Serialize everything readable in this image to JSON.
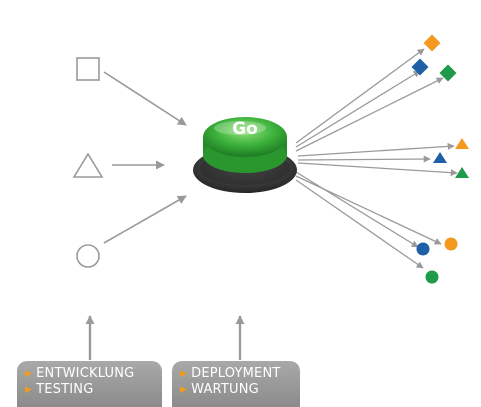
{
  "button": {
    "label": "Go"
  },
  "colors": {
    "arrow": "#9a9a9a",
    "button_green": "#3bb13b",
    "orange": "#f39a1e",
    "blue": "#1f5fa8",
    "green": "#1f9a4a",
    "tag_bg": "#9a9a9a"
  },
  "inputs": [
    {
      "shape": "square-outline-icon"
    },
    {
      "shape": "triangle-outline-icon"
    },
    {
      "shape": "circle-outline-icon"
    }
  ],
  "outputs": {
    "diamonds": [
      "orange",
      "blue",
      "green"
    ],
    "triangles": [
      "orange",
      "blue",
      "green"
    ],
    "circles": [
      "blue",
      "orange",
      "green"
    ]
  },
  "tags": [
    {
      "items": [
        "ENTWICKLUNG",
        "TESTING"
      ]
    },
    {
      "items": [
        "DEPLOYMENT",
        "WARTUNG"
      ]
    }
  ]
}
